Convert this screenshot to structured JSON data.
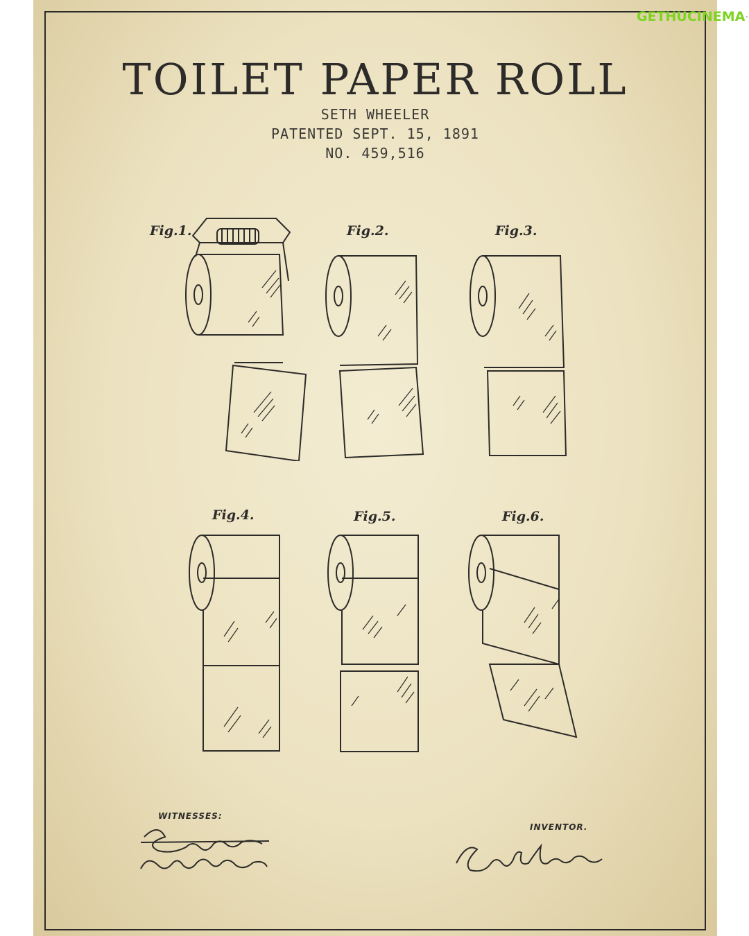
{
  "poster": {
    "title": "TOILET PAPER ROLL",
    "inventor_name": "SETH WHEELER",
    "patent_date": "PATENTED SEPT. 15, 1891",
    "patent_number": "NO. 459,516",
    "colors": {
      "paper": "#efe6c6",
      "ink": "#2d2b29"
    }
  },
  "figures": [
    {
      "label": "Fig.1."
    },
    {
      "label": "Fig.2."
    },
    {
      "label": "Fig.3."
    },
    {
      "label": "Fig.4."
    },
    {
      "label": "Fig.5."
    },
    {
      "label": "Fig.6."
    }
  ],
  "signatures": {
    "witnesses_label": "WITNESSES:",
    "inventor_label": "INVENTOR."
  },
  "watermark": {
    "text": "GETHUCINEMA",
    "color": "#7ed321",
    "icon": "film-reel-icon"
  }
}
